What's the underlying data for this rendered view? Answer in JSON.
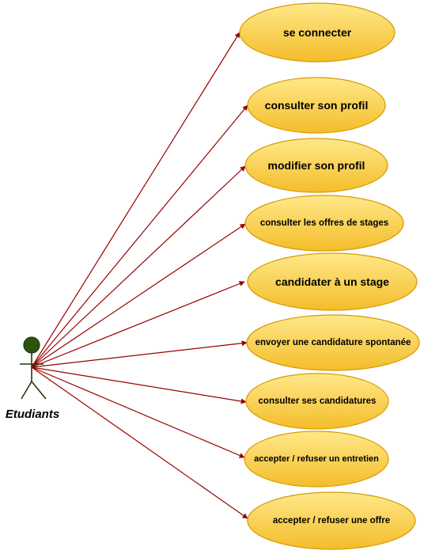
{
  "actor": {
    "label": "Etudiants"
  },
  "use_cases": [
    {
      "id": "se-connecter",
      "label": "se connecter"
    },
    {
      "id": "consulter-son-profil",
      "label": "consulter son profil"
    },
    {
      "id": "modifier-son-profil",
      "label": "modifier son profil"
    },
    {
      "id": "consulter-les-offres-de-stages",
      "label": "consulter les offres de stages"
    },
    {
      "id": "candidater-a-un-stage",
      "label": "candidater à un stage"
    },
    {
      "id": "envoyer-une-candidature-spontanee",
      "label": "envoyer une candidature spontanée"
    },
    {
      "id": "consulter-ses-candidatures",
      "label": "consulter ses candidatures"
    },
    {
      "id": "accepter-refuser-un-entretien",
      "label": "accepter / refuser un entretien"
    },
    {
      "id": "accepter-refuser-une-offre",
      "label": "accepter / refuser une offre"
    }
  ],
  "colors": {
    "ellipse_top": "#ffe88a",
    "ellipse_bottom": "#f4bd2a",
    "ellipse_stroke": "#d79b00",
    "arrow": "#9a0000",
    "actor_fill": "#2b5410",
    "actor_stroke": "#1f3b0c"
  }
}
